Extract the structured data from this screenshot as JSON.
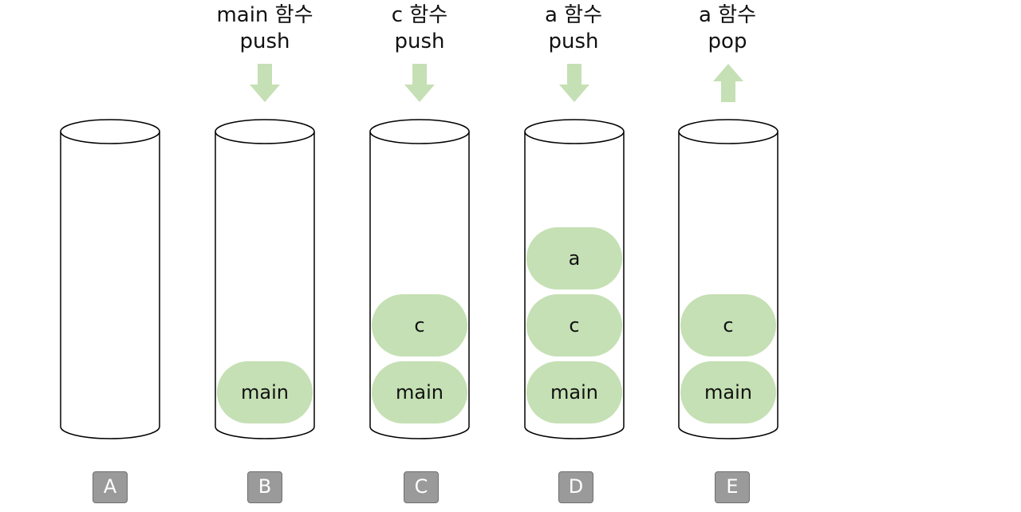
{
  "stacks": [
    {
      "id": "A",
      "label": "A",
      "header": null,
      "arrow": null,
      "frames": []
    },
    {
      "id": "B",
      "label": "B",
      "header": {
        "line1": "main 함수",
        "line2": "push"
      },
      "arrow": "down",
      "frames": [
        "main"
      ]
    },
    {
      "id": "C",
      "label": "C",
      "header": {
        "line1": "c 함수",
        "line2": "push"
      },
      "arrow": "down",
      "frames": [
        "main",
        "c"
      ]
    },
    {
      "id": "D",
      "label": "D",
      "header": {
        "line1": "a 함수",
        "line2": "push"
      },
      "arrow": "down",
      "frames": [
        "main",
        "c",
        "a"
      ]
    },
    {
      "id": "E",
      "label": "E",
      "header": {
        "line1": "a 함수",
        "line2": "pop"
      },
      "arrow": "up",
      "frames": [
        "main",
        "c"
      ]
    }
  ],
  "colors": {
    "frame_fill": "#c5e0b4",
    "arrow_fill": "#c5e0b4",
    "label_fill": "#9a9a9a",
    "label_text": "#ffffff",
    "outline": "#000000"
  },
  "icons": {
    "push": "arrow-down-icon",
    "pop": "arrow-up-icon"
  }
}
